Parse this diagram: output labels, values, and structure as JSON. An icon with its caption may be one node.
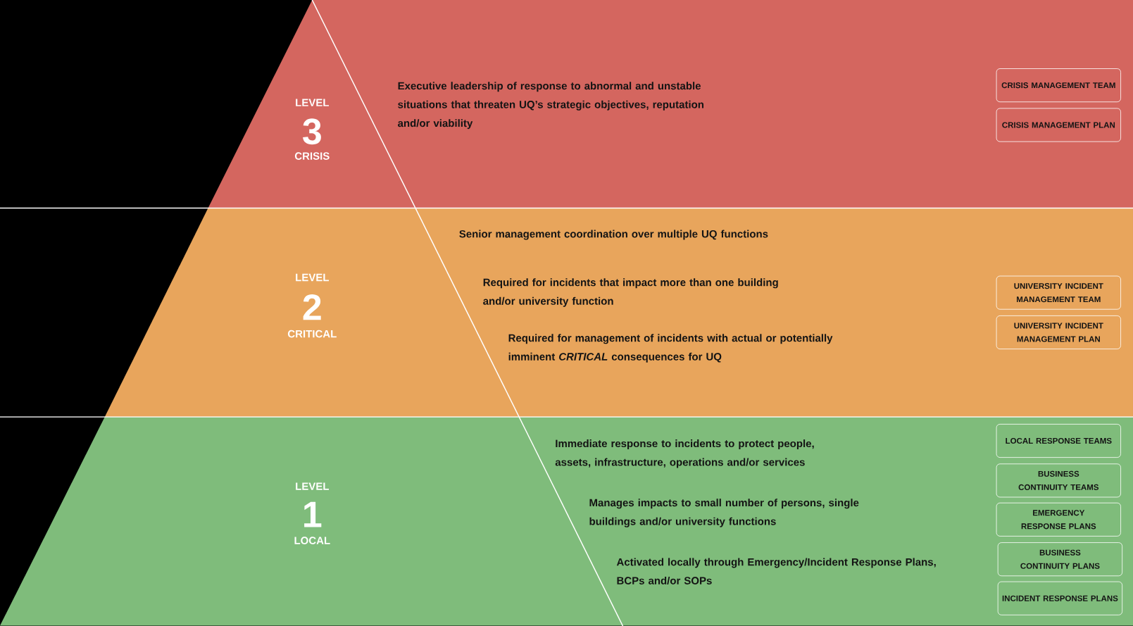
{
  "diagram": {
    "nodes": [
      {
        "text": [
          "LEVEL",
          "3",
          "CRISIS",
          "Executive leadership of response to abnormal and unstable situations that threaten UQ’s strategic objectives, reputation and/or viability"
        ]
      },
      {
        "text": [
          "CRISIS MANAGEMENT TEAM"
        ],
        "in": 0
      },
      {
        "text": [
          "CRISIS MANAGEMENT PLAN"
        ],
        "in": 0
      },
      {
        "text": [
          "LEVEL",
          "2",
          "CRITICAL",
          "Senior management coordination over multiple UQ functions",
          "Required for incidents that impact more than one building and/or university function",
          "Required for management of incidents with actual or potentially imminent *CRITICAL* consequences for UQ"
        ]
      },
      {
        "text": [
          "UNIVERSITY INCIDENT MANAGEMENT TEAM"
        ],
        "in": 3
      },
      {
        "text": [
          "UNIVERSITY INCIDENT MANAGEMENT PLAN"
        ],
        "in": 3
      },
      {
        "text": [
          "LEVEL",
          "1",
          "LOCAL",
          "Immediate response to incidents to protect people, assets, infrastructure, operations and/or services",
          "Manages impacts to small number of persons, single buildings and/or university functions",
          "Activated locally through Emergency/Incident Response Plans, BCPs  and/or SOPs"
        ]
      },
      {
        "text": [
          "LOCAL RESPONSE TEAMS"
        ],
        "in": 6
      },
      {
        "text": [
          "BUSINESS CONTINUITY TEAMS"
        ],
        "in": 6
      },
      {
        "text": [
          "EMERGENCY RESPONSE PLANS"
        ],
        "in": 6
      },
      {
        "text": [
          "BUSINESS CONTINUITY PLANS"
        ],
        "in": 6
      },
      {
        "text": [
          "INCIDENT RESPONSE PLANS"
        ],
        "in": 6
      }
    ]
  }
}
